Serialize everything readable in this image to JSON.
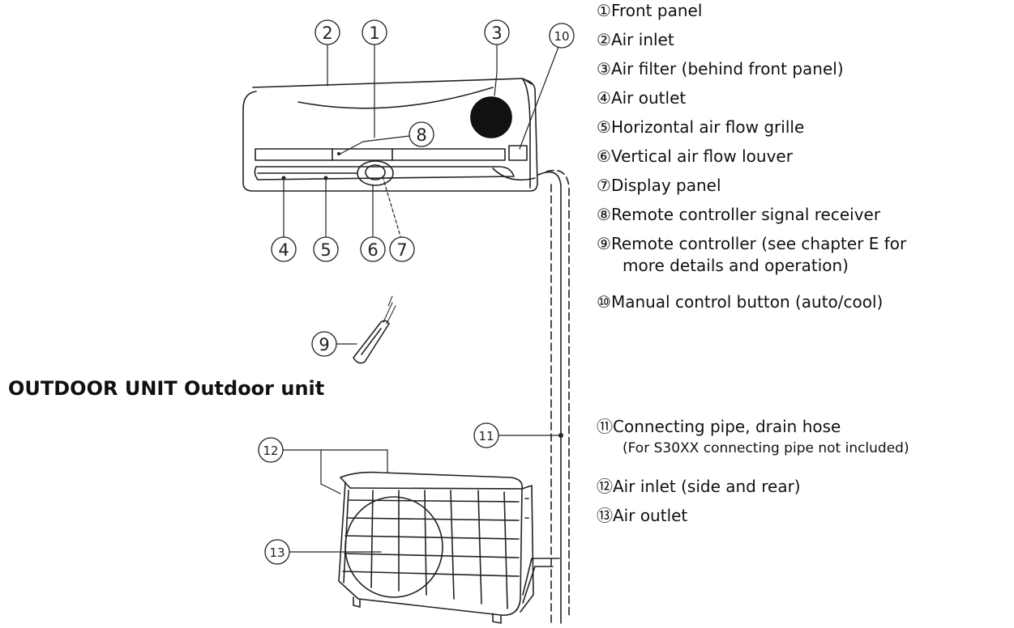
{
  "section_title": "OUTDOOR UNIT Outdoor unit",
  "legend": [
    {
      "marker": "①",
      "text": "Front panel"
    },
    {
      "marker": "②",
      "text": "Air inlet"
    },
    {
      "marker": "③",
      "text": "Air filter (behind front panel)"
    },
    {
      "marker": "④",
      "text": "Air outlet"
    },
    {
      "marker": "⑤",
      "text": "Horizontal air flow grille"
    },
    {
      "marker": "⑥",
      "text": "Vertical air flow louver"
    },
    {
      "marker": "⑦",
      "text": "Display panel"
    },
    {
      "marker": "⑧",
      "text": "Remote controller signal receiver"
    },
    {
      "marker": "⑨",
      "text": "Remote controller (see chapter E for",
      "continuation": "more details and operation)"
    },
    {
      "marker": "⑩",
      "text": "Manual control button (auto/cool)"
    },
    {
      "marker": "⑪",
      "text": "Connecting pipe, drain hose",
      "note": "(For S30XX connecting pipe not included)"
    },
    {
      "marker": "⑫",
      "text": "Air inlet (side and rear)"
    },
    {
      "marker": "⑬",
      "text": "Air outlet"
    }
  ],
  "callouts": [
    "1",
    "2",
    "3",
    "4",
    "5",
    "6",
    "7",
    "8",
    "9",
    "10",
    "11",
    "12",
    "13"
  ]
}
